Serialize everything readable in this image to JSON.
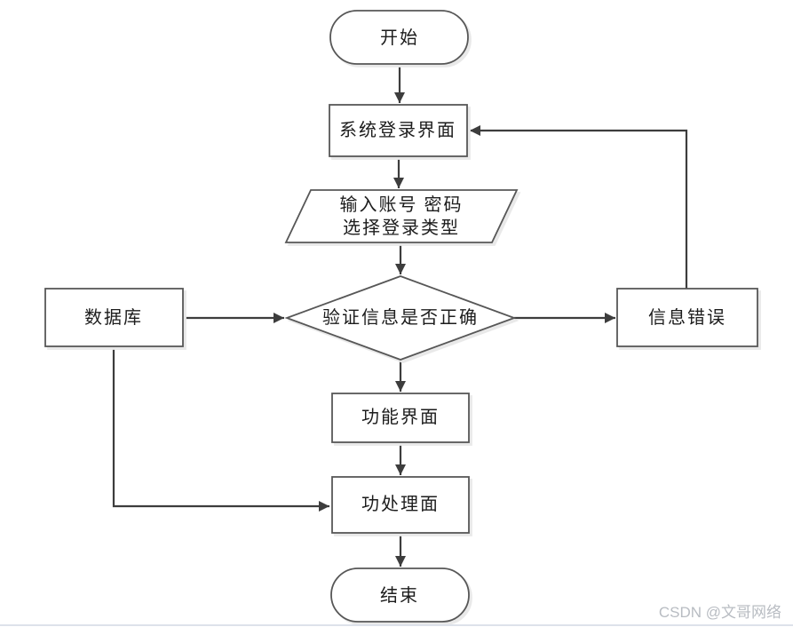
{
  "colors": {
    "line": "#3d3d3d",
    "border": "#575757",
    "text": "#1c1c1c",
    "shadow": "#e9e9e9",
    "watermark": "#b8bcc2",
    "bottom_line": "#dde2ea",
    "background": "#ffffff"
  },
  "nodes": {
    "start": "开始",
    "login": "系统登录界面",
    "input_line1": "输入账号 密码",
    "input_line2": "选择登录类型",
    "verify": "验证信息是否正确",
    "database": "数据库",
    "error": "信息错误",
    "function": "功能界面",
    "process": "功处理面",
    "end": "结束"
  },
  "watermark": "CSDN @文哥网络"
}
